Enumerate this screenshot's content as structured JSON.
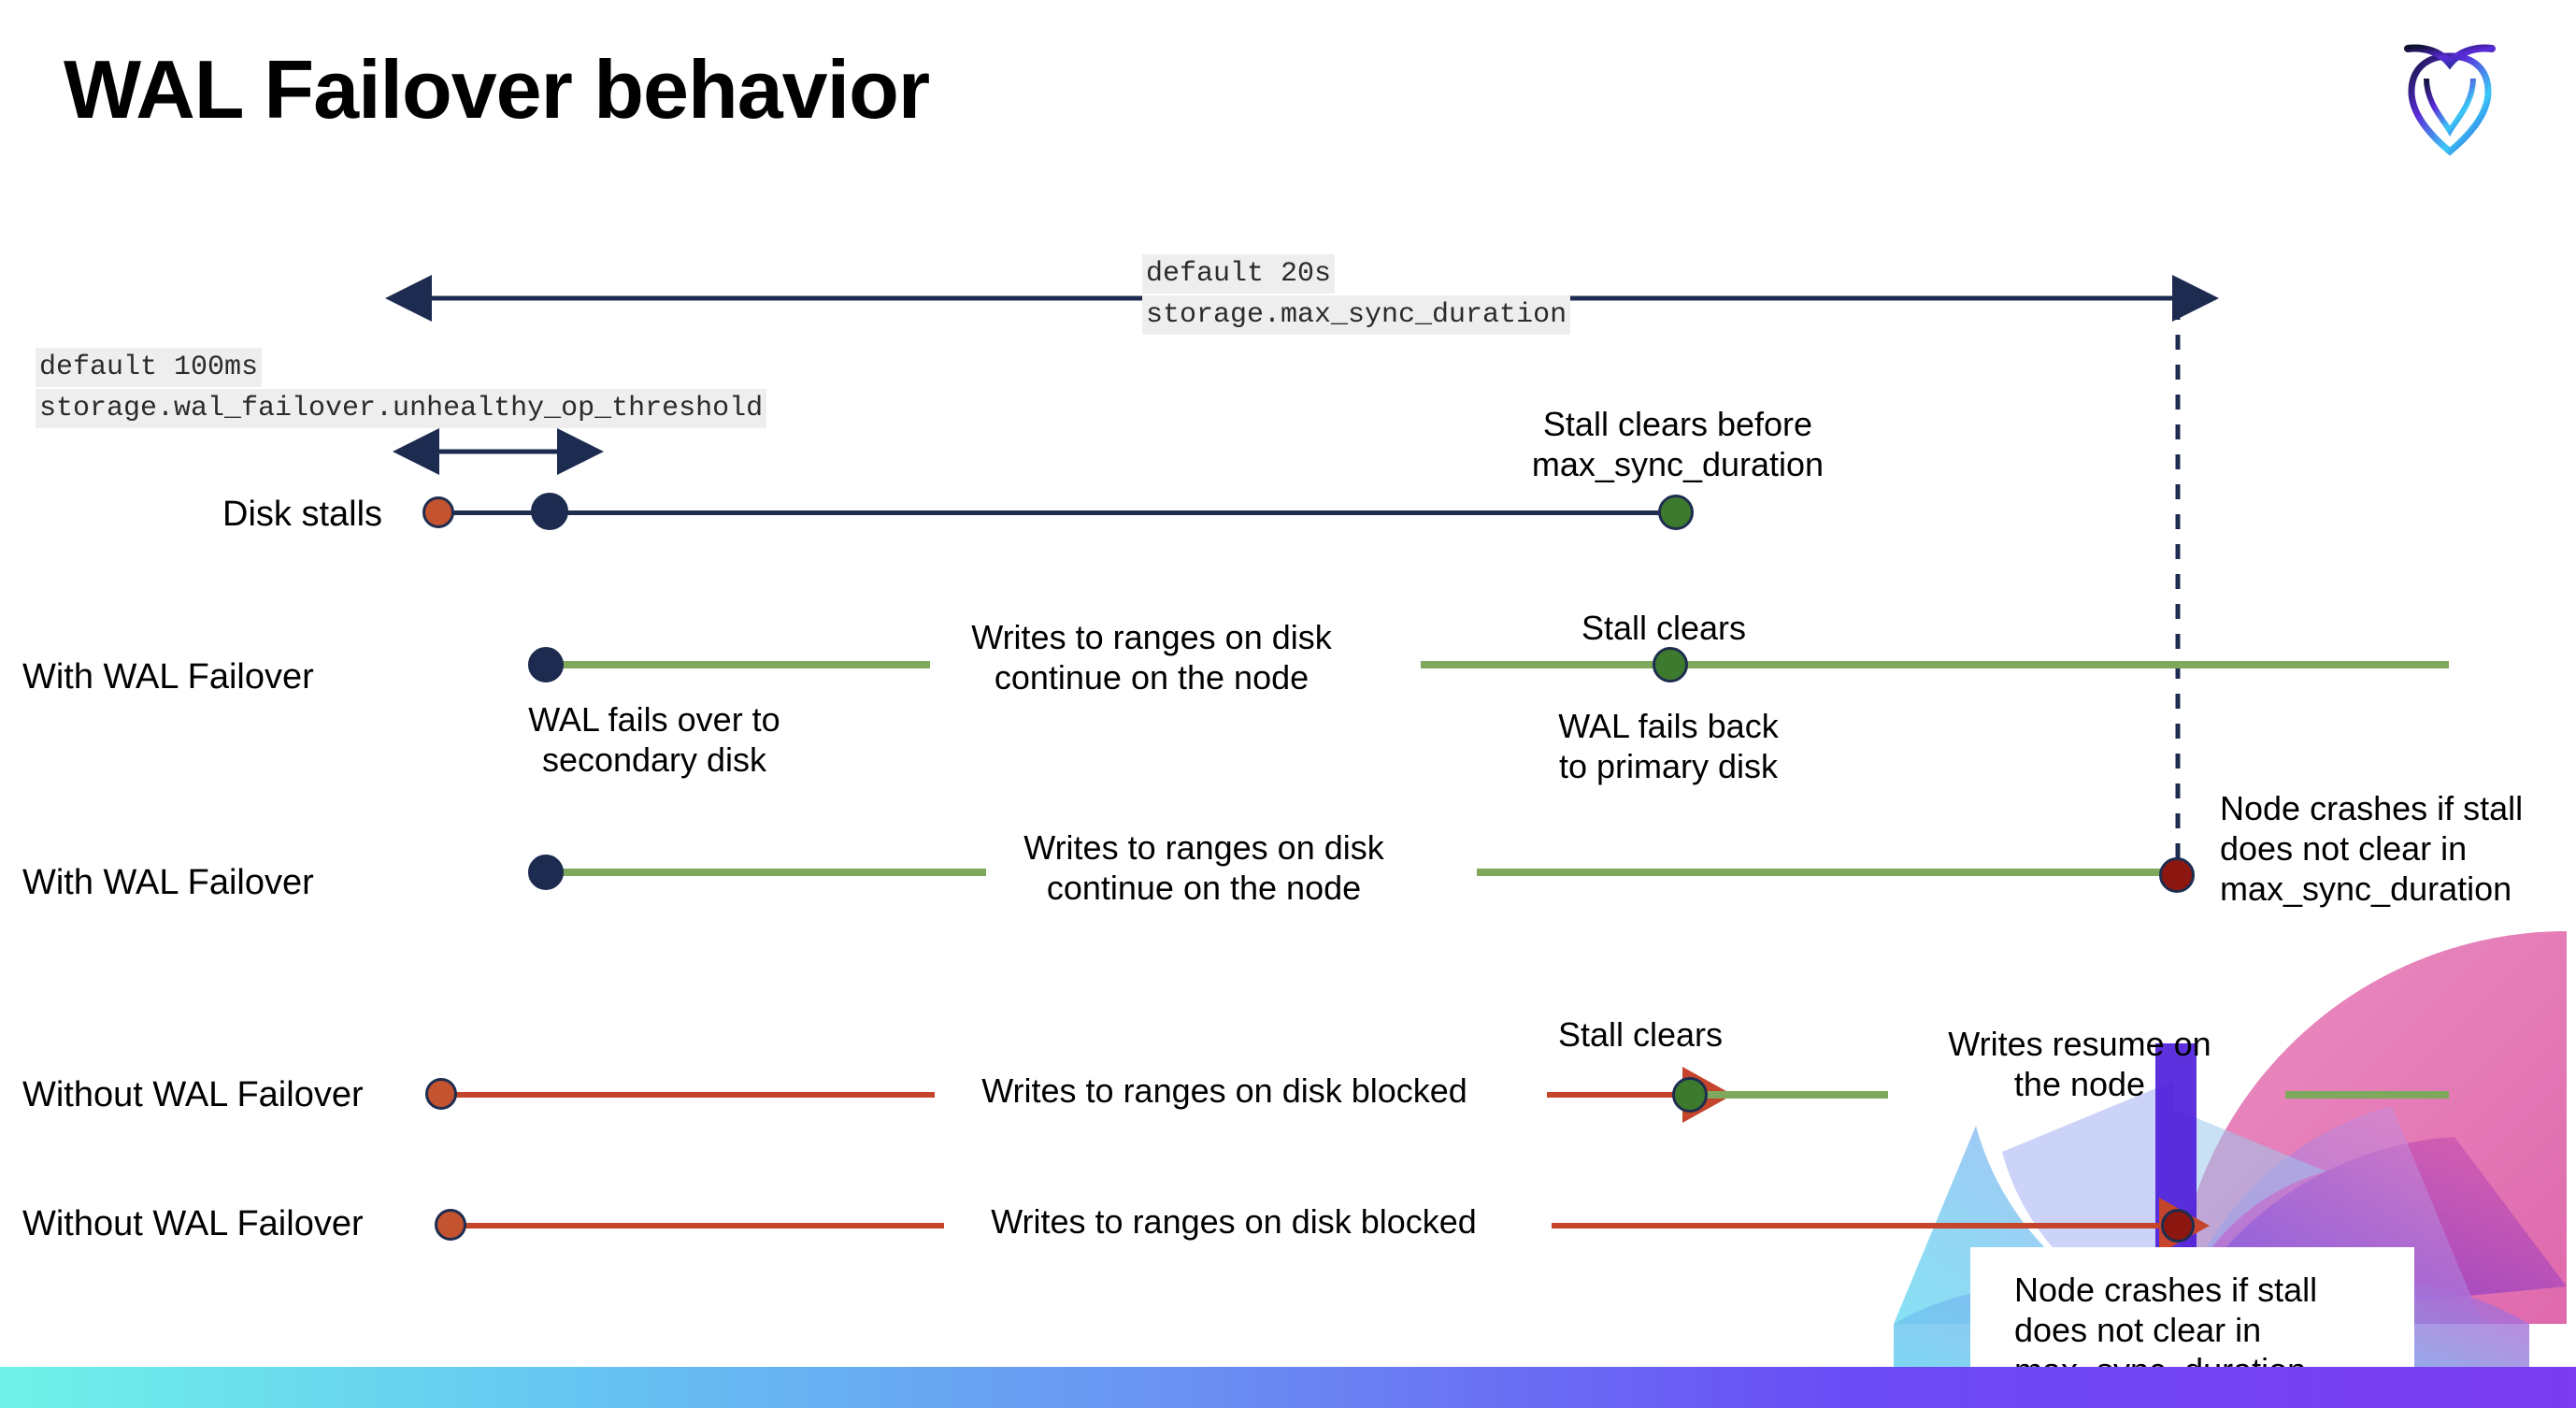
{
  "slide": {
    "title": "WAL Failover behavior",
    "logo_name": "cockroachdb-logo"
  },
  "colors": {
    "navy": "#1C2B4F",
    "green_line": "#7EA95C",
    "green_dot": "#3E7A2E",
    "orange_line": "#C4452B",
    "orange_dot": "#C4532F",
    "dark_red_dot": "#8C1610",
    "code_bg": "#EEEEEE",
    "bar_gradient_start": "#6FF2E8",
    "bar_gradient_end": "#7B3BF0"
  },
  "settings": {
    "max_sync": {
      "default_label": "default 20s",
      "setting_label": "storage.max_sync_duration"
    },
    "unhealthy_op": {
      "default_label": "default 100ms",
      "setting_label": "storage.wal_failover.unhealthy_op_threshold"
    }
  },
  "rows": [
    {
      "label": "Disk stalls",
      "annotations": [
        "Stall clears before\nmax_sync_duration"
      ]
    },
    {
      "label": "With WAL Failover",
      "annotations": [
        "Writes to ranges on disk\ncontinue on the node",
        "Stall clears",
        "WAL fails over to\nsecondary disk",
        "WAL fails  back\nto primary disk"
      ]
    },
    {
      "label": "With WAL Failover",
      "annotations": [
        "Writes to ranges on disk\ncontinue on the node",
        "Node crashes if stall\ndoes not clear in\nmax_sync_duration"
      ]
    },
    {
      "label": "Without WAL Failover",
      "annotations": [
        "Writes to ranges on disk  blocked",
        "Stall clears",
        "Writes resume on\nthe node"
      ]
    },
    {
      "label": "Without WAL Failover",
      "annotations": [
        "Writes to ranges on disk  blocked",
        "Node crashes if stall\ndoes not clear in\nmax_sync_duration"
      ]
    }
  ]
}
